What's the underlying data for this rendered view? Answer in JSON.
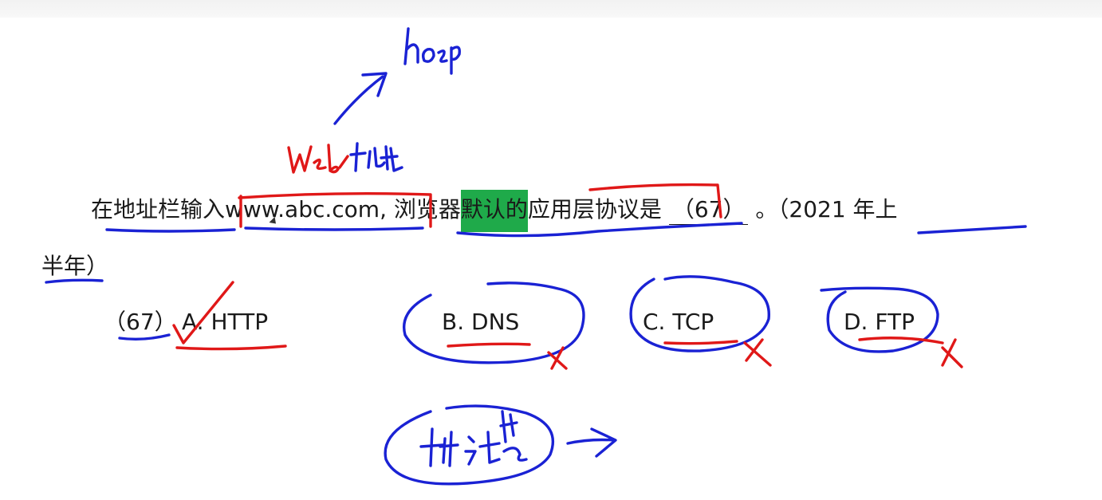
{
  "question": {
    "line1_prefix": "在地址栏输入",
    "url": "www.abc.com,",
    "line1_mid": "浏览器",
    "highlight": "默认的",
    "line1_after": "应用层协议是",
    "blank": "（67）",
    "line1_end": "。（2021 年上",
    "line2": "半年）"
  },
  "options": {
    "number": "（67）",
    "a": "A. HTTP",
    "b": "B. DNS",
    "c": "C. TCP",
    "d": "D. FTP"
  },
  "colors": {
    "highlight": "#1faa4a",
    "ink_blue": "#1a22d4",
    "ink_red": "#e01818"
  }
}
